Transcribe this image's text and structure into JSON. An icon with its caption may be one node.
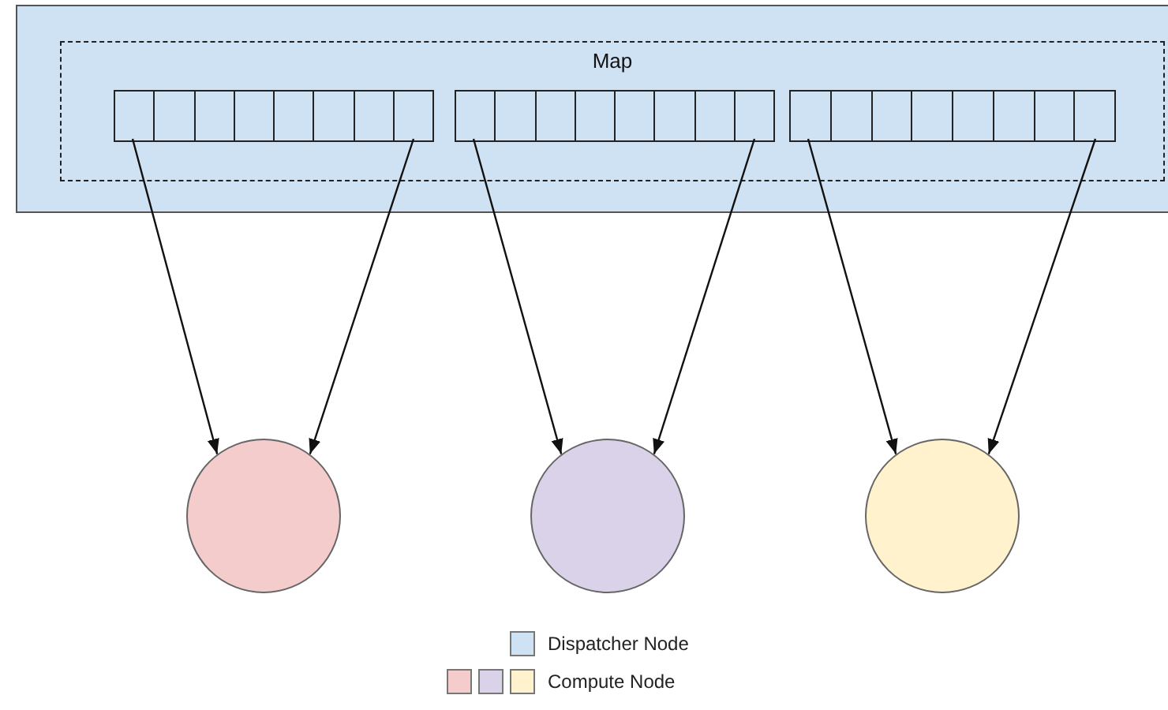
{
  "diagram": {
    "nodes": [
      {
        "text": [],
        "shape": "box"
      },
      {
        "text": [
          "Map"
        ],
        "in": 0
      },
      {
        "text": [],
        "shape": "bar",
        "in": 1
      },
      {
        "text": [],
        "shape": "bar",
        "in": 1
      },
      {
        "text": [],
        "shape": "bar",
        "in": 1
      },
      {
        "text": [],
        "shape": "circle"
      },
      {
        "text": [],
        "shape": "circle"
      },
      {
        "text": [],
        "shape": "circle"
      }
    ],
    "edges": [
      {
        "from": 2,
        "to": 5,
        "arrow": "to"
      },
      {
        "from": 2,
        "to": 5,
        "arrow": "to"
      },
      {
        "from": 3,
        "to": 6,
        "arrow": "to"
      },
      {
        "from": 3,
        "to": 6,
        "arrow": "to"
      },
      {
        "from": 4,
        "to": 7,
        "arrow": "to"
      },
      {
        "from": 4,
        "to": 7,
        "arrow": "to"
      }
    ],
    "legend": [
      {
        "text": "Dispatcher Node",
        "color": "#cfe2f3"
      },
      {
        "text": "Compute Node"
      }
    ]
  }
}
